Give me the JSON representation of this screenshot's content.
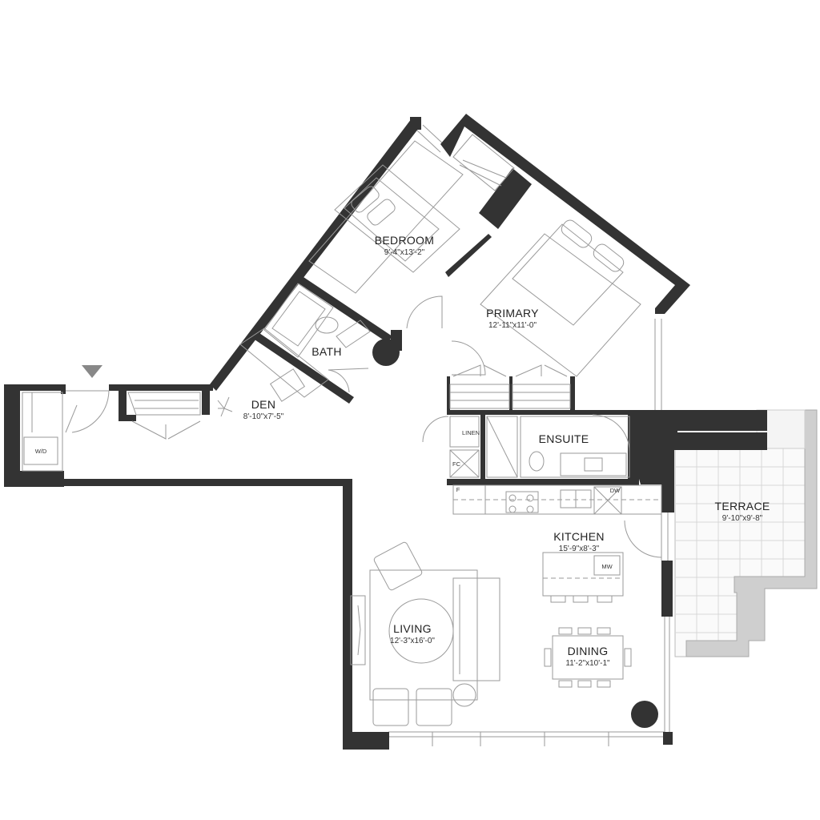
{
  "rooms": {
    "bedroom": {
      "name": "BEDROOM",
      "dims": "9'-4\"x13'-2\""
    },
    "primary": {
      "name": "PRIMARY",
      "dims": "12'-11\"x11'-0\""
    },
    "bath": {
      "name": "BATH"
    },
    "den": {
      "name": "DEN",
      "dims": "8'-10\"x7'-5\""
    },
    "ensuite": {
      "name": "ENSUITE"
    },
    "terrace": {
      "name": "TERRACE",
      "dims": "9'-10\"x9'-8\""
    },
    "kitchen": {
      "name": "KITCHEN",
      "dims": "15'-9\"x8'-3\""
    },
    "living": {
      "name": "LIVING",
      "dims": "12'-3\"x16'-0\""
    },
    "dining": {
      "name": "DINING",
      "dims": "11'-2\"x10'-1\""
    }
  },
  "fixtures": {
    "washer_dryer": "W/D",
    "linen": "LINEN",
    "fan_coil": "FC",
    "fridge": "F",
    "dishwasher": "DW",
    "microwave": "MW"
  },
  "colors": {
    "wall": "#333333",
    "line": "#9a9a9a",
    "entry_marker": "#888888",
    "terrace_edge": "#cccccc"
  },
  "icons": {
    "entry": "entry-triangle-icon"
  }
}
